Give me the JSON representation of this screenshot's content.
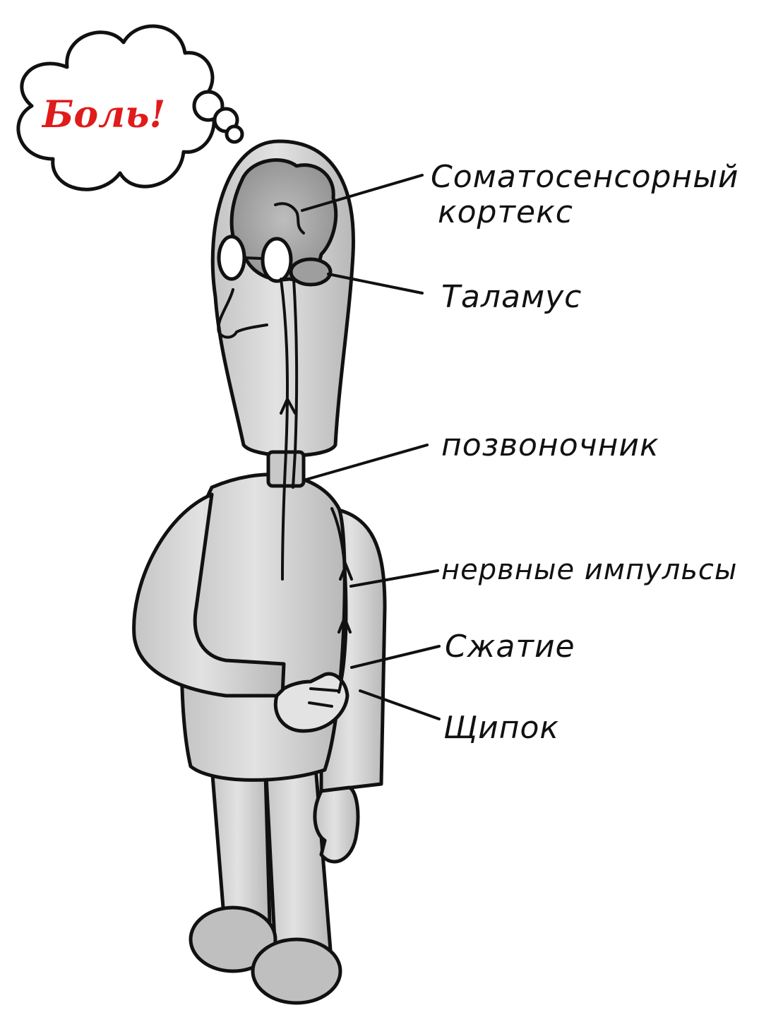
{
  "thought": {
    "text": "Боль!",
    "color": "#e01b1b"
  },
  "labels": {
    "cortex_line1": "Соматосенсорный",
    "cortex_line2": "кортекс",
    "thalamus": "Таламус",
    "spine": "позвоночник",
    "impulses": "нервные импульсы",
    "squeeze": "Сжатие",
    "pinch": "Щипок"
  },
  "colors": {
    "body_fill": "#d2d2d2",
    "body_shade": "#bcbcbc",
    "brain_fill": "#a9a9a9",
    "outline": "#111111"
  }
}
